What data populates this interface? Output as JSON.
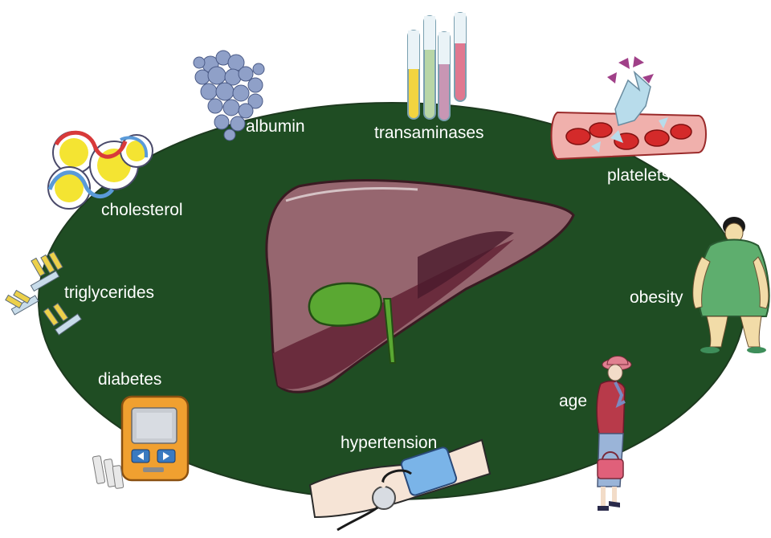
{
  "labels": {
    "albumin": "albumin",
    "transaminases": "transaminases",
    "platelets": "platelets",
    "cholesterol": "cholesterol",
    "triglycerides": "triglycerides",
    "obesity": "obesity",
    "diabetes": "diabetes",
    "age": "age",
    "hypertension": "hypertension"
  },
  "colors": {
    "background": "#ffffff",
    "ellipse": "#1f4d23",
    "liver": "#96666f",
    "liver_shadow": "#5e2436",
    "gallbladder": "#5aa832",
    "label_text": "#ffffff"
  },
  "icons": [
    "liver-icon",
    "gallbladder-icon",
    "albumin-protein-icon",
    "test-tubes-icon",
    "blood-vessel-platelets-icon",
    "lipoprotein-icon",
    "triglyceride-molecules-icon",
    "obese-woman-icon",
    "glucose-meter-icon",
    "elderly-woman-icon",
    "blood-pressure-cuff-icon"
  ]
}
